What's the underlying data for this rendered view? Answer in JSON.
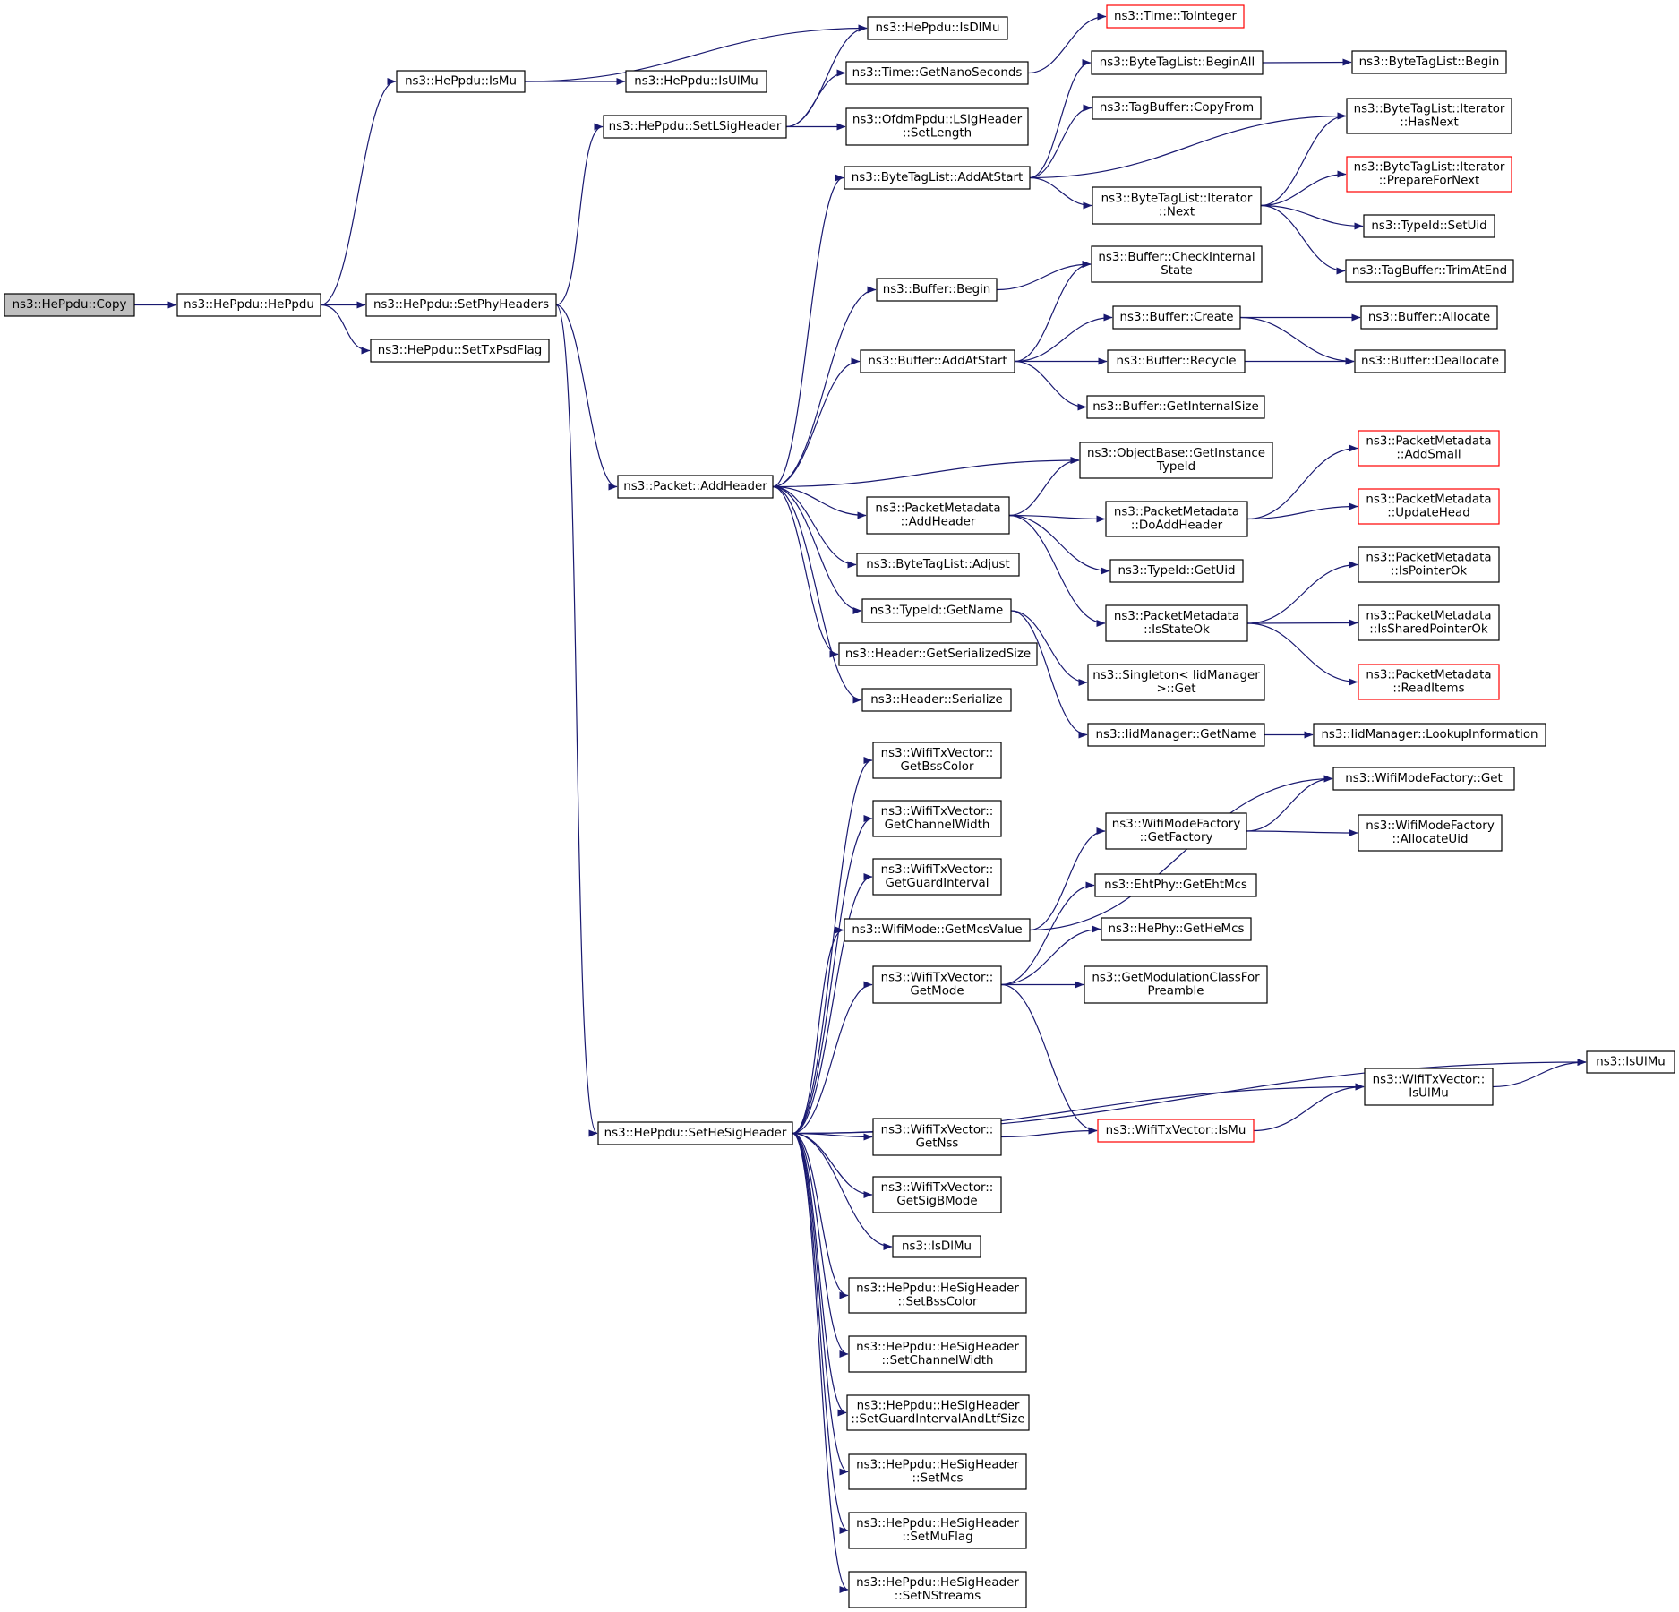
{
  "colors": {
    "edge": "#191970",
    "node_border": "#000000",
    "truncated_border": "#ff0000",
    "root_fill": "#bfbfbf",
    "node_fill": "#ffffff",
    "text": "#000000"
  },
  "nodes": [
    {
      "id": "copy",
      "lines": [
        "ns3::HePpdu::Copy"
      ],
      "style": "root"
    },
    {
      "id": "heppdu",
      "lines": [
        "ns3::HePpdu::HePpdu"
      ]
    },
    {
      "id": "ismu",
      "lines": [
        "ns3::HePpdu::IsMu"
      ]
    },
    {
      "id": "setphyheaders",
      "lines": [
        "ns3::HePpdu::SetPhyHeaders"
      ]
    },
    {
      "id": "settxpsdflag",
      "lines": [
        "ns3::HePpdu::SetTxPsdFlag"
      ]
    },
    {
      "id": "isdlmu",
      "lines": [
        "ns3::HePpdu::IsDlMu"
      ]
    },
    {
      "id": "isulmu",
      "lines": [
        "ns3::HePpdu::IsUlMu"
      ]
    },
    {
      "id": "setlsigheader",
      "lines": [
        "ns3::HePpdu::SetLSigHeader"
      ]
    },
    {
      "id": "getnanoseconds",
      "lines": [
        "ns3::Time::GetNanoSeconds"
      ]
    },
    {
      "id": "tointeger",
      "lines": [
        "ns3::Time::ToInteger"
      ],
      "style": "truncated"
    },
    {
      "id": "lsigsetlength",
      "lines": [
        "ns3::OfdmPpdu::LSigHeader",
        "::SetLength"
      ]
    },
    {
      "id": "btl_addatstart",
      "lines": [
        "ns3::ByteTagList::AddAtStart"
      ]
    },
    {
      "id": "btl_beginall",
      "lines": [
        "ns3::ByteTagList::BeginAll"
      ]
    },
    {
      "id": "btl_begin",
      "lines": [
        "ns3::ByteTagList::Begin"
      ]
    },
    {
      "id": "tb_copyfrom",
      "lines": [
        "ns3::TagBuffer::CopyFrom"
      ]
    },
    {
      "id": "btli_hasnext",
      "lines": [
        "ns3::ByteTagList::Iterator",
        "::HasNext"
      ]
    },
    {
      "id": "btli_next",
      "lines": [
        "ns3::ByteTagList::Iterator",
        "::Next"
      ]
    },
    {
      "id": "btli_preparefornext",
      "lines": [
        "ns3::ByteTagList::Iterator",
        "::PrepareForNext"
      ],
      "style": "truncated"
    },
    {
      "id": "typeid_setuid",
      "lines": [
        "ns3::TypeId::SetUid"
      ]
    },
    {
      "id": "tb_trimatend",
      "lines": [
        "ns3::TagBuffer::TrimAtEnd"
      ]
    },
    {
      "id": "buf_begin",
      "lines": [
        "ns3::Buffer::Begin"
      ]
    },
    {
      "id": "buf_checkinternal",
      "lines": [
        "ns3::Buffer::CheckInternal",
        "State"
      ]
    },
    {
      "id": "buf_addatstart",
      "lines": [
        "ns3::Buffer::AddAtStart"
      ]
    },
    {
      "id": "buf_create",
      "lines": [
        "ns3::Buffer::Create"
      ]
    },
    {
      "id": "buf_allocate",
      "lines": [
        "ns3::Buffer::Allocate"
      ]
    },
    {
      "id": "buf_recycle",
      "lines": [
        "ns3::Buffer::Recycle"
      ]
    },
    {
      "id": "buf_deallocate",
      "lines": [
        "ns3::Buffer::Deallocate"
      ]
    },
    {
      "id": "buf_getinternalsize",
      "lines": [
        "ns3::Buffer::GetInternalSize"
      ]
    },
    {
      "id": "pkt_addheader",
      "lines": [
        "ns3::Packet::AddHeader"
      ]
    },
    {
      "id": "ob_getinstancetypeid",
      "lines": [
        "ns3::ObjectBase::GetInstance",
        "TypeId"
      ]
    },
    {
      "id": "pm_addheader",
      "lines": [
        "ns3::PacketMetadata",
        "::AddHeader"
      ]
    },
    {
      "id": "pm_addsmall",
      "lines": [
        "ns3::PacketMetadata",
        "::AddSmall"
      ],
      "style": "truncated"
    },
    {
      "id": "pm_doaddheader",
      "lines": [
        "ns3::PacketMetadata",
        "::DoAddHeader"
      ]
    },
    {
      "id": "pm_updatehead",
      "lines": [
        "ns3::PacketMetadata",
        "::UpdateHead"
      ],
      "style": "truncated"
    },
    {
      "id": "btl_adjust",
      "lines": [
        "ns3::ByteTagList::Adjust"
      ]
    },
    {
      "id": "typeid_getuid",
      "lines": [
        "ns3::TypeId::GetUid"
      ]
    },
    {
      "id": "pm_ispointerok",
      "lines": [
        "ns3::PacketMetadata",
        "::IsPointerOk"
      ]
    },
    {
      "id": "typeid_getname",
      "lines": [
        "ns3::TypeId::GetName"
      ]
    },
    {
      "id": "pm_isstateok",
      "lines": [
        "ns3::PacketMetadata",
        "::IsStateOk"
      ]
    },
    {
      "id": "pm_issharedpointerok",
      "lines": [
        "ns3::PacketMetadata",
        "::IsSharedPointerOk"
      ]
    },
    {
      "id": "hdr_getserializedsize",
      "lines": [
        "ns3::Header::GetSerializedSize"
      ]
    },
    {
      "id": "singleton_get",
      "lines": [
        "ns3::Singleton< IidManager",
        ">::Get"
      ]
    },
    {
      "id": "pm_readitems",
      "lines": [
        "ns3::PacketMetadata",
        "::ReadItems"
      ],
      "style": "truncated"
    },
    {
      "id": "hdr_serialize",
      "lines": [
        "ns3::Header::Serialize"
      ]
    },
    {
      "id": "iid_getname",
      "lines": [
        "ns3::IidManager::GetName"
      ]
    },
    {
      "id": "iid_lookupinfo",
      "lines": [
        "ns3::IidManager::LookupInformation"
      ]
    },
    {
      "id": "wtv_getbsscolor",
      "lines": [
        "ns3::WifiTxVector::",
        "GetBssColor"
      ]
    },
    {
      "id": "wmf_get",
      "lines": [
        "ns3::WifiModeFactory::Get"
      ]
    },
    {
      "id": "wtv_getchannelwidth",
      "lines": [
        "ns3::WifiTxVector::",
        "GetChannelWidth"
      ]
    },
    {
      "id": "wmf_getfactory",
      "lines": [
        "ns3::WifiModeFactory",
        "::GetFactory"
      ]
    },
    {
      "id": "wmf_allocateuid",
      "lines": [
        "ns3::WifiModeFactory",
        "::AllocateUid"
      ]
    },
    {
      "id": "wtv_getguardinterval",
      "lines": [
        "ns3::WifiTxVector::",
        "GetGuardInterval"
      ]
    },
    {
      "id": "eht_getehtmcs",
      "lines": [
        "ns3::EhtPhy::GetEhtMcs"
      ]
    },
    {
      "id": "wm_getmcsvalue",
      "lines": [
        "ns3::WifiMode::GetMcsValue"
      ]
    },
    {
      "id": "he_gethemcs",
      "lines": [
        "ns3::HePhy::GetHeMcs"
      ]
    },
    {
      "id": "wtv_getmode",
      "lines": [
        "ns3::WifiTxVector::",
        "GetMode"
      ]
    },
    {
      "id": "getmodulationclass",
      "lines": [
        "ns3::GetModulationClassFor",
        "Preamble"
      ]
    },
    {
      "id": "isulmu_global",
      "lines": [
        "ns3::IsUlMu"
      ]
    },
    {
      "id": "wtv_isulmu",
      "lines": [
        "ns3::WifiTxVector::",
        "IsUlMu"
      ]
    },
    {
      "id": "sethesigheader",
      "lines": [
        "ns3::HePpdu::SetHeSigHeader"
      ]
    },
    {
      "id": "wtv_getnss",
      "lines": [
        "ns3::WifiTxVector::",
        "GetNss"
      ]
    },
    {
      "id": "wtv_ismu",
      "lines": [
        "ns3::WifiTxVector::IsMu"
      ],
      "style": "truncated"
    },
    {
      "id": "wtv_getsigbmode",
      "lines": [
        "ns3::WifiTxVector::",
        "GetSigBMode"
      ]
    },
    {
      "id": "isdlmu_global",
      "lines": [
        "ns3::IsDlMu"
      ]
    },
    {
      "id": "hsh_setbsscolor",
      "lines": [
        "ns3::HePpdu::HeSigHeader",
        "::SetBssColor"
      ]
    },
    {
      "id": "hsh_setchannelwidth",
      "lines": [
        "ns3::HePpdu::HeSigHeader",
        "::SetChannelWidth"
      ]
    },
    {
      "id": "hsh_setguardinterval",
      "lines": [
        "ns3::HePpdu::HeSigHeader",
        "::SetGuardIntervalAndLtfSize"
      ]
    },
    {
      "id": "hsh_setmcs",
      "lines": [
        "ns3::HePpdu::HeSigHeader",
        "::SetMcs"
      ]
    },
    {
      "id": "hsh_setmuflag",
      "lines": [
        "ns3::HePpdu::HeSigHeader",
        "::SetMuFlag"
      ]
    },
    {
      "id": "hsh_setnstreams",
      "lines": [
        "ns3::HePpdu::HeSigHeader",
        "::SetNStreams"
      ]
    }
  ],
  "edges": [
    [
      "copy",
      "heppdu"
    ],
    [
      "heppdu",
      "ismu"
    ],
    [
      "heppdu",
      "setphyheaders"
    ],
    [
      "heppdu",
      "settxpsdflag"
    ],
    [
      "ismu",
      "isdlmu"
    ],
    [
      "ismu",
      "isulmu"
    ],
    [
      "setphyheaders",
      "setlsigheader"
    ],
    [
      "setphyheaders",
      "pkt_addheader"
    ],
    [
      "setphyheaders",
      "sethesigheader"
    ],
    [
      "setlsigheader",
      "isdlmu"
    ],
    [
      "setlsigheader",
      "getnanoseconds"
    ],
    [
      "setlsigheader",
      "lsigsetlength"
    ],
    [
      "getnanoseconds",
      "tointeger"
    ],
    [
      "pkt_addheader",
      "btl_addatstart"
    ],
    [
      "pkt_addheader",
      "buf_begin"
    ],
    [
      "pkt_addheader",
      "buf_addatstart"
    ],
    [
      "pkt_addheader",
      "ob_getinstancetypeid"
    ],
    [
      "pkt_addheader",
      "pm_addheader"
    ],
    [
      "pkt_addheader",
      "btl_adjust"
    ],
    [
      "pkt_addheader",
      "typeid_getname"
    ],
    [
      "pkt_addheader",
      "hdr_getserializedsize"
    ],
    [
      "pkt_addheader",
      "hdr_serialize"
    ],
    [
      "btl_addatstart",
      "btl_beginall"
    ],
    [
      "btl_addatstart",
      "tb_copyfrom"
    ],
    [
      "btl_addatstart",
      "btli_hasnext"
    ],
    [
      "btl_addatstart",
      "btli_next"
    ],
    [
      "btl_beginall",
      "btl_begin"
    ],
    [
      "btli_next",
      "btli_hasnext"
    ],
    [
      "btli_next",
      "btli_preparefornext"
    ],
    [
      "btli_next",
      "typeid_setuid"
    ],
    [
      "btli_next",
      "tb_trimatend"
    ],
    [
      "buf_begin",
      "buf_checkinternal"
    ],
    [
      "buf_addatstart",
      "buf_checkinternal"
    ],
    [
      "buf_addatstart",
      "buf_create"
    ],
    [
      "buf_addatstart",
      "buf_recycle"
    ],
    [
      "buf_addatstart",
      "buf_getinternalsize"
    ],
    [
      "buf_create",
      "buf_allocate"
    ],
    [
      "buf_create",
      "buf_deallocate"
    ],
    [
      "buf_recycle",
      "buf_deallocate"
    ],
    [
      "pm_addheader",
      "ob_getinstancetypeid"
    ],
    [
      "pm_addheader",
      "pm_doaddheader"
    ],
    [
      "pm_addheader",
      "typeid_getuid"
    ],
    [
      "pm_addheader",
      "pm_isstateok"
    ],
    [
      "pm_doaddheader",
      "pm_addsmall"
    ],
    [
      "pm_doaddheader",
      "pm_updatehead"
    ],
    [
      "pm_isstateok",
      "pm_ispointerok"
    ],
    [
      "pm_isstateok",
      "pm_issharedpointerok"
    ],
    [
      "pm_isstateok",
      "pm_readitems"
    ],
    [
      "typeid_getname",
      "singleton_get"
    ],
    [
      "typeid_getname",
      "iid_getname"
    ],
    [
      "iid_getname",
      "iid_lookupinfo"
    ],
    [
      "sethesigheader",
      "wtv_getbsscolor"
    ],
    [
      "sethesigheader",
      "wtv_getchannelwidth"
    ],
    [
      "sethesigheader",
      "wtv_getguardinterval"
    ],
    [
      "sethesigheader",
      "wm_getmcsvalue"
    ],
    [
      "sethesigheader",
      "wtv_getmode"
    ],
    [
      "sethesigheader",
      "isulmu_global"
    ],
    [
      "sethesigheader",
      "wtv_isulmu"
    ],
    [
      "sethesigheader",
      "wtv_getnss"
    ],
    [
      "sethesigheader",
      "wtv_getsigbmode"
    ],
    [
      "sethesigheader",
      "isdlmu_global"
    ],
    [
      "sethesigheader",
      "hsh_setbsscolor"
    ],
    [
      "sethesigheader",
      "hsh_setchannelwidth"
    ],
    [
      "sethesigheader",
      "hsh_setguardinterval"
    ],
    [
      "sethesigheader",
      "hsh_setmcs"
    ],
    [
      "sethesigheader",
      "hsh_setmuflag"
    ],
    [
      "sethesigheader",
      "hsh_setnstreams"
    ],
    [
      "wm_getmcsvalue",
      "wmf_get"
    ],
    [
      "wm_getmcsvalue",
      "wmf_getfactory"
    ],
    [
      "wmf_getfactory",
      "wmf_get"
    ],
    [
      "wmf_getfactory",
      "wmf_allocateuid"
    ],
    [
      "wtv_getmode",
      "eht_getehtmcs"
    ],
    [
      "wtv_getmode",
      "he_gethemcs"
    ],
    [
      "wtv_getmode",
      "getmodulationclass"
    ],
    [
      "wtv_getmode",
      "wtv_ismu"
    ],
    [
      "wtv_isulmu",
      "isulmu_global"
    ],
    [
      "wtv_getnss",
      "wtv_ismu"
    ],
    [
      "wtv_ismu",
      "wtv_isulmu"
    ]
  ]
}
